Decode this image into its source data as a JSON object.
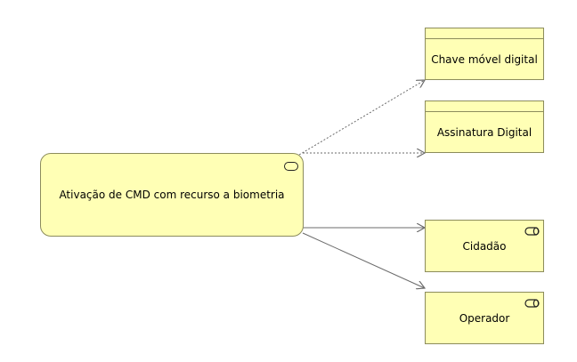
{
  "diagram": {
    "service": {
      "label": "Ativação de CMD com recurso a biometria",
      "icon": "business-service-icon"
    },
    "objects": [
      {
        "id": "chave",
        "label": "Chave móvel digital",
        "icon": "business-object-header"
      },
      {
        "id": "assinatura",
        "label": "Assinatura Digital",
        "icon": "business-object-header"
      }
    ],
    "roles": [
      {
        "id": "cidadao",
        "label": "Cidadão",
        "icon": "business-role-icon"
      },
      {
        "id": "operador",
        "label": "Operador",
        "icon": "business-role-icon"
      }
    ],
    "relations": [
      {
        "from": "service",
        "to": "chave",
        "style": "dotted"
      },
      {
        "from": "service",
        "to": "assinatura",
        "style": "dotted"
      },
      {
        "from": "service",
        "to": "cidadao",
        "style": "solid"
      },
      {
        "from": "service",
        "to": "operador",
        "style": "solid"
      }
    ],
    "colors": {
      "fill": "#ffffb5",
      "border": "#8c8c5c",
      "line": "#6b6b6b"
    }
  }
}
